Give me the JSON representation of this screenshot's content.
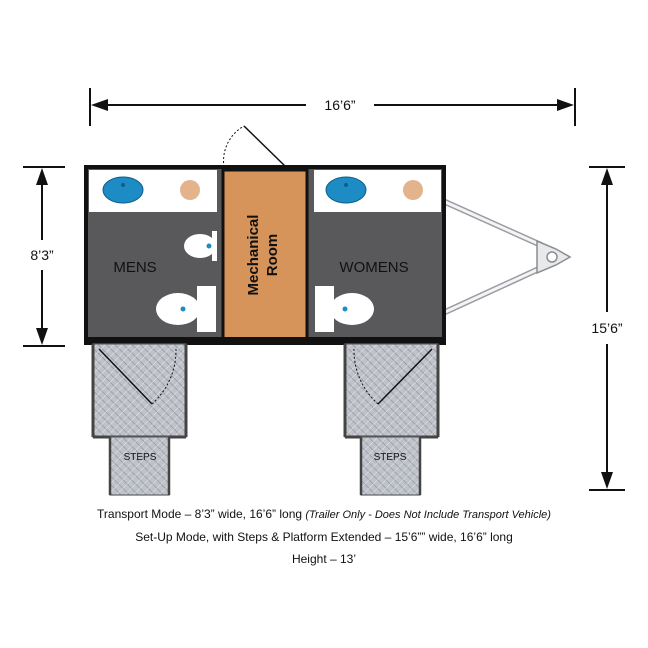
{
  "dimensions": {
    "top_length": "16’6”",
    "left_width": "8’3”",
    "right_width": "15’6”"
  },
  "rooms": {
    "mens": "MENS",
    "womens": "WOMENS",
    "mechanical_line1": "Mechanical",
    "mechanical_line2": "Room"
  },
  "steps": {
    "left": "STEPS",
    "right": "STEPS"
  },
  "caption": {
    "line1_main": "Transport Mode – 8’3” wide, 16’6” long ",
    "line1_note": "(Trailer Only - Does Not Include Transport Vehicle)",
    "line2": "Set-Up Mode, with Steps & Platform Extended – 15’6”” wide, 16’6” long",
    "line3": "Height – 13’"
  },
  "colors": {
    "floor": "#59595b",
    "counter": "#ffffff",
    "mechanical": "#d6945a",
    "sink": "#1e8cc4",
    "soap": "#e3b48c",
    "plate": "#b9bcc4",
    "outline": "#111111"
  }
}
